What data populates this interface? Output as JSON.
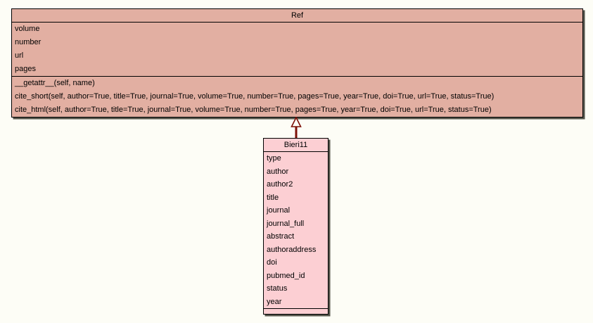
{
  "canvas": {
    "background": "#fdfdf6",
    "border_color": "#000000",
    "diagram_type": "uml-class-diagram"
  },
  "classes": [
    {
      "name": "Ref",
      "fill": "#e2afa2",
      "attributes": [
        "volume",
        "number",
        "url",
        "pages"
      ],
      "methods": [
        "__getattr__(self, name)",
        "cite_short(self, author=True, title=True, journal=True, volume=True, number=True, pages=True, year=True, doi=True, url=True, status=True)",
        "cite_html(self, author=True, title=True, journal=True, volume=True, number=True, pages=True, year=True, doi=True, url=True, status=True)"
      ]
    },
    {
      "name": "Bieri11",
      "fill": "#fccfd3",
      "attributes": [
        "type",
        "author",
        "author2",
        "title",
        "journal",
        "journal_full",
        "abstract",
        "authoraddress",
        "doi",
        "pubmed_id",
        "status",
        "year"
      ],
      "methods": []
    }
  ],
  "relations": [
    {
      "type": "inheritance",
      "from": "Bieri11",
      "to": "Ref",
      "arrow": "hollow-triangle",
      "color": "#7d1007"
    }
  ]
}
